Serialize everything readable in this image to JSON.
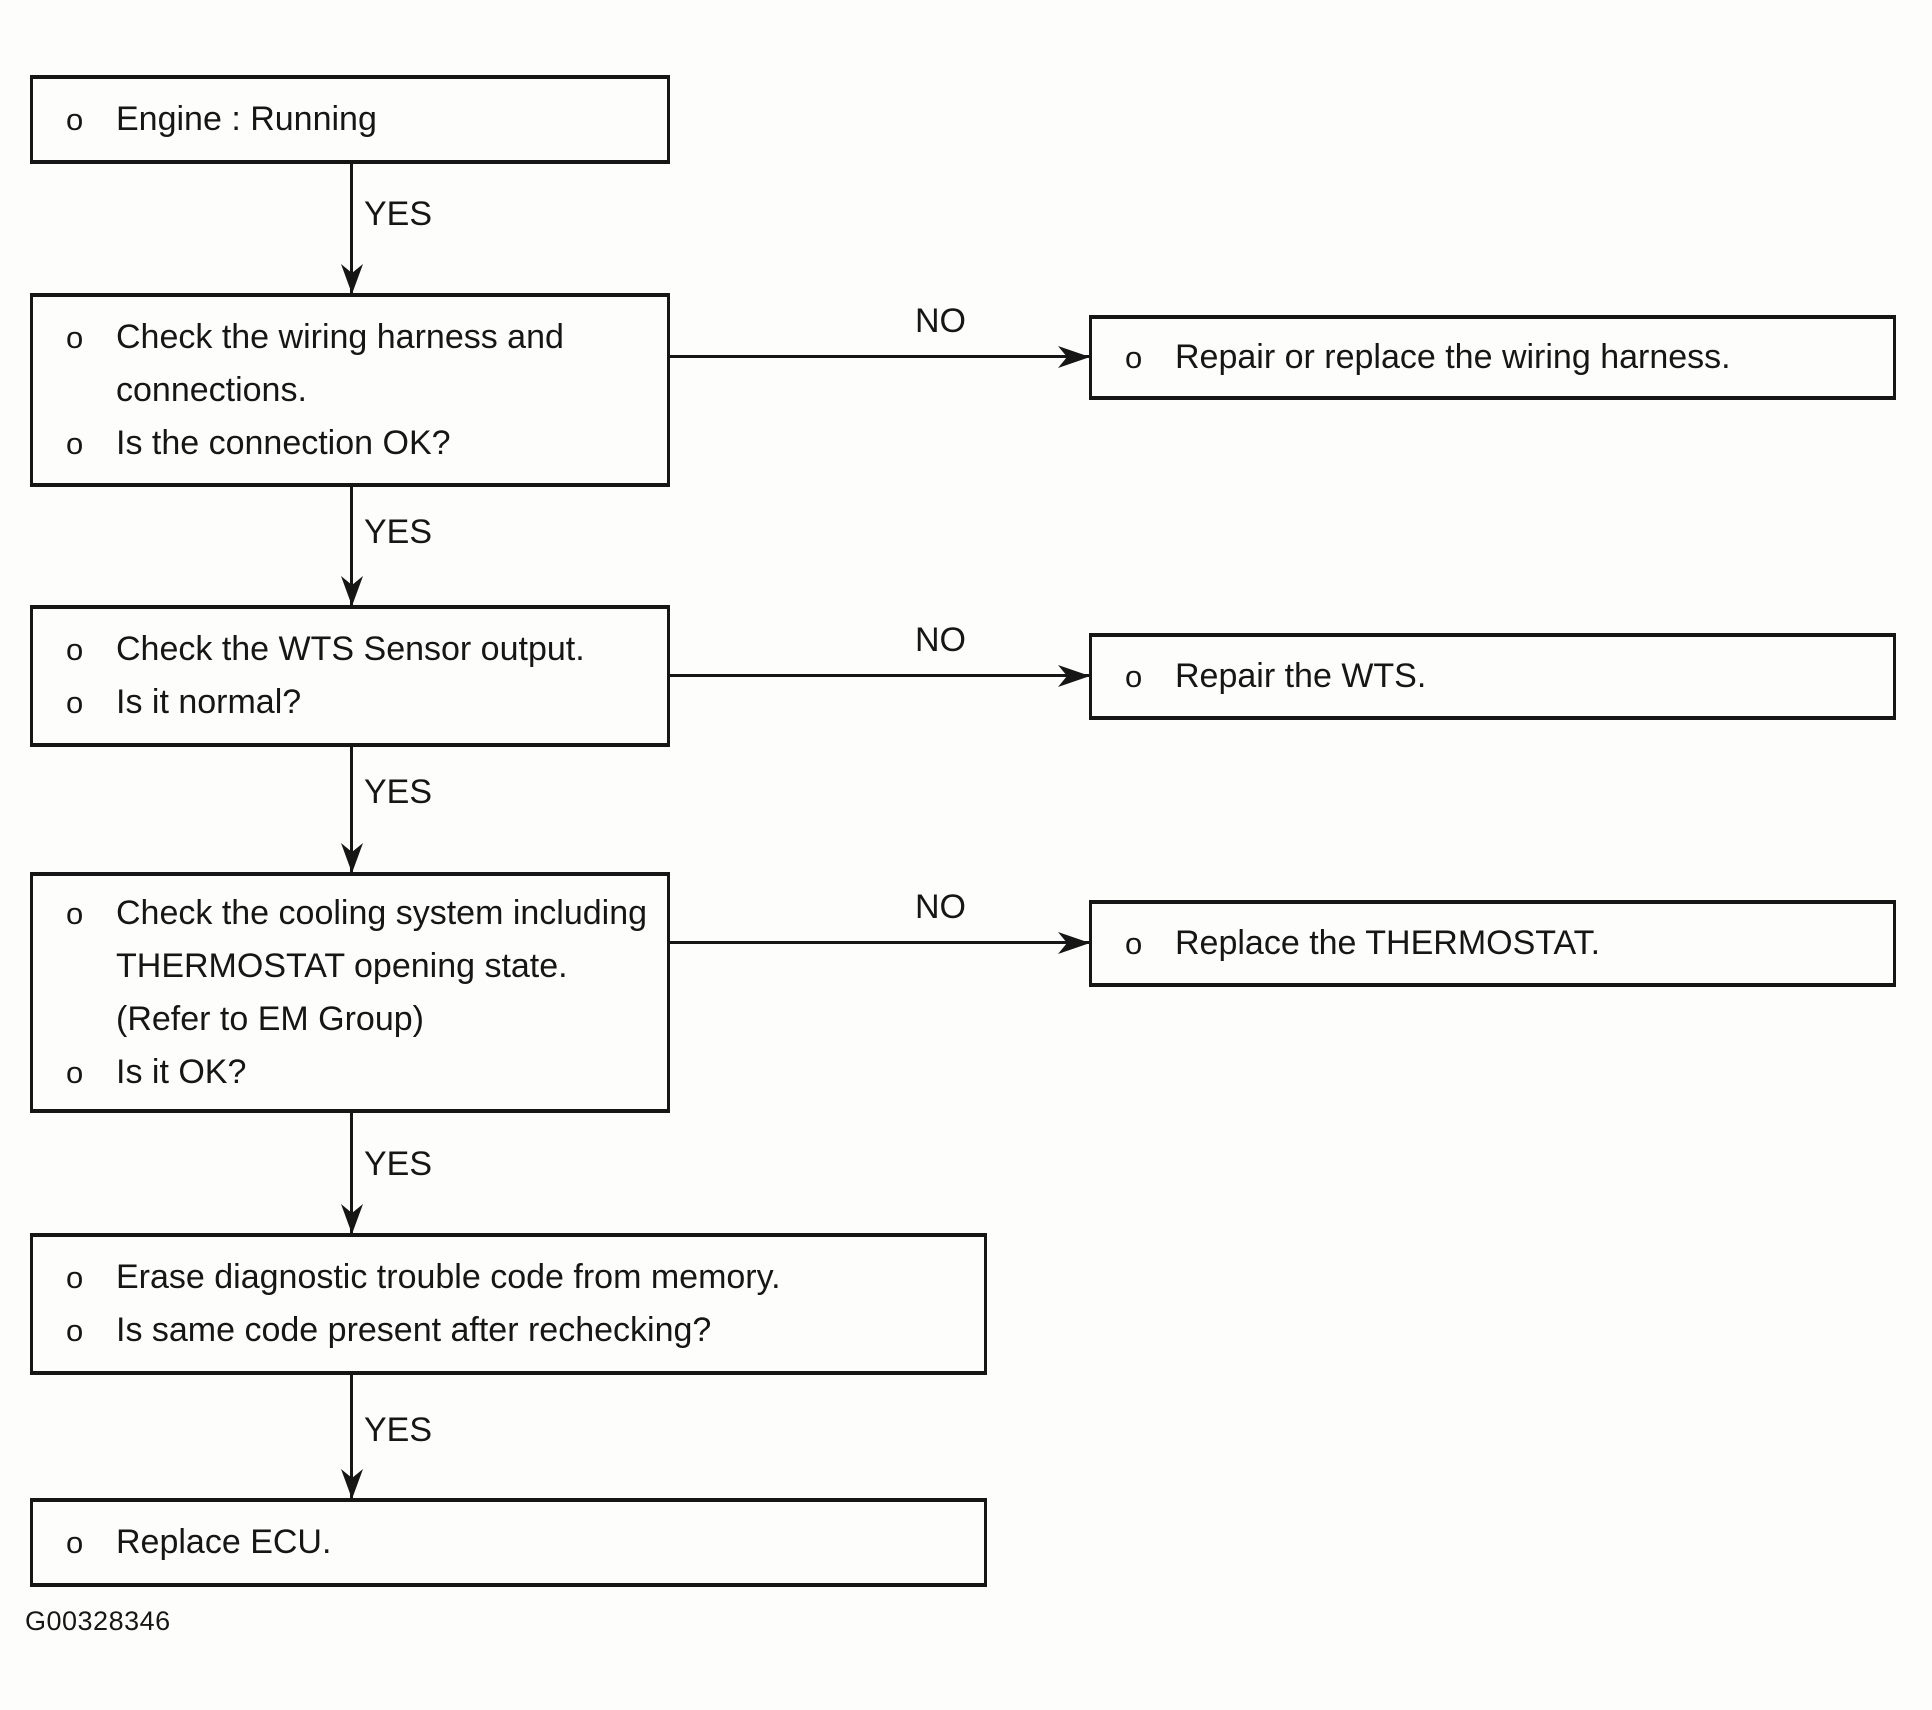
{
  "glyphs": {
    "bullet": "o"
  },
  "connectors": {
    "yes": "YES",
    "no": "NO"
  },
  "figure_code": "G00328346",
  "nodes": {
    "engine": {
      "line1": "Engine : Running"
    },
    "check_wiring": {
      "line1": "Check the wiring harness and",
      "line2": "connections.",
      "line3": "Is the connection OK?"
    },
    "repair_wiring": {
      "line1": "Repair or replace the wiring harness."
    },
    "check_wts": {
      "line1": "Check the WTS Sensor output.",
      "line2": "Is it normal?"
    },
    "repair_wts": {
      "line1": "Repair the WTS."
    },
    "check_cooling": {
      "line1": "Check the cooling system including",
      "line2": "THERMOSTAT opening state.",
      "line3": "(Refer to EM Group)",
      "line4": "Is it OK?"
    },
    "replace_thermostat": {
      "line1": "Replace the THERMOSTAT."
    },
    "erase_dtc": {
      "line1": "Erase diagnostic trouble code from memory.",
      "line2": "Is same code present after rechecking?"
    },
    "replace_ecu": {
      "line1": "Replace ECU."
    }
  }
}
